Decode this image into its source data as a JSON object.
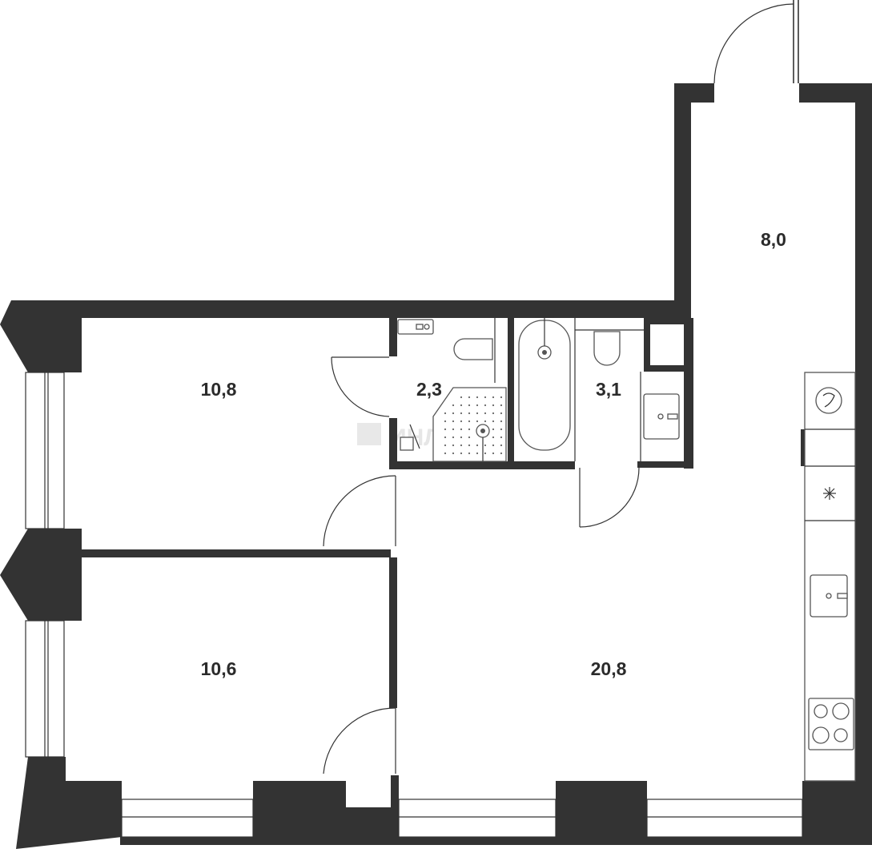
{
  "rooms": {
    "bedroom_top": "10,8",
    "bedroom_bottom": "10,6",
    "wc_small": "2,3",
    "bathroom": "3,1",
    "loggia": "8,0",
    "living_kitchen": "20,8"
  }
}
